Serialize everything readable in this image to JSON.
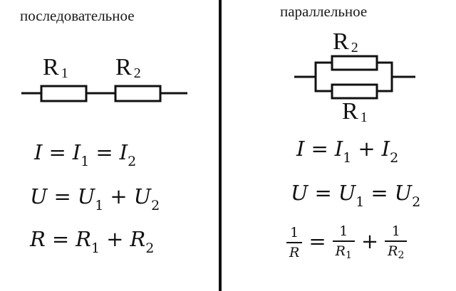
{
  "series": {
    "title": "последовательное",
    "resistors": [
      {
        "name": "R",
        "index": "1"
      },
      {
        "name": "R",
        "index": "2"
      }
    ],
    "formulas": {
      "current": {
        "lhs": "I",
        "parts": [
          {
            "sym": "I",
            "sub": "1"
          },
          {
            "sym": "I",
            "sub": "2"
          }
        ],
        "ops": [
          "=",
          "="
        ]
      },
      "voltage": {
        "lhs": "U",
        "parts": [
          {
            "sym": "U",
            "sub": "1"
          },
          {
            "sym": "U",
            "sub": "2"
          }
        ],
        "ops": [
          "=",
          "+"
        ]
      },
      "resistance": {
        "lhs": "R",
        "parts": [
          {
            "sym": "R",
            "sub": "1"
          },
          {
            "sym": "R",
            "sub": "2"
          }
        ],
        "ops": [
          "=",
          "+"
        ]
      }
    }
  },
  "parallel": {
    "title": "параллельное",
    "resistors": [
      {
        "name": "R",
        "index": "2",
        "position": "top"
      },
      {
        "name": "R",
        "index": "1",
        "position": "bottom"
      }
    ],
    "formulas": {
      "current": {
        "lhs": "I",
        "parts": [
          {
            "sym": "I",
            "sub": "1"
          },
          {
            "sym": "I",
            "sub": "2"
          }
        ],
        "ops": [
          "=",
          "+"
        ]
      },
      "voltage": {
        "lhs": "U",
        "parts": [
          {
            "sym": "U",
            "sub": "1"
          },
          {
            "sym": "U",
            "sub": "2"
          }
        ],
        "ops": [
          "=",
          "="
        ]
      },
      "resistance": {
        "lhs": {
          "num": "1",
          "den": "R"
        },
        "parts": [
          {
            "num": "1",
            "den": "R",
            "sub": "1"
          },
          {
            "num": "1",
            "den": "R",
            "sub": "2"
          }
        ],
        "ops": [
          "=",
          "+"
        ]
      }
    }
  },
  "colors": {
    "ink": "#111111",
    "background": "#ffffff"
  }
}
